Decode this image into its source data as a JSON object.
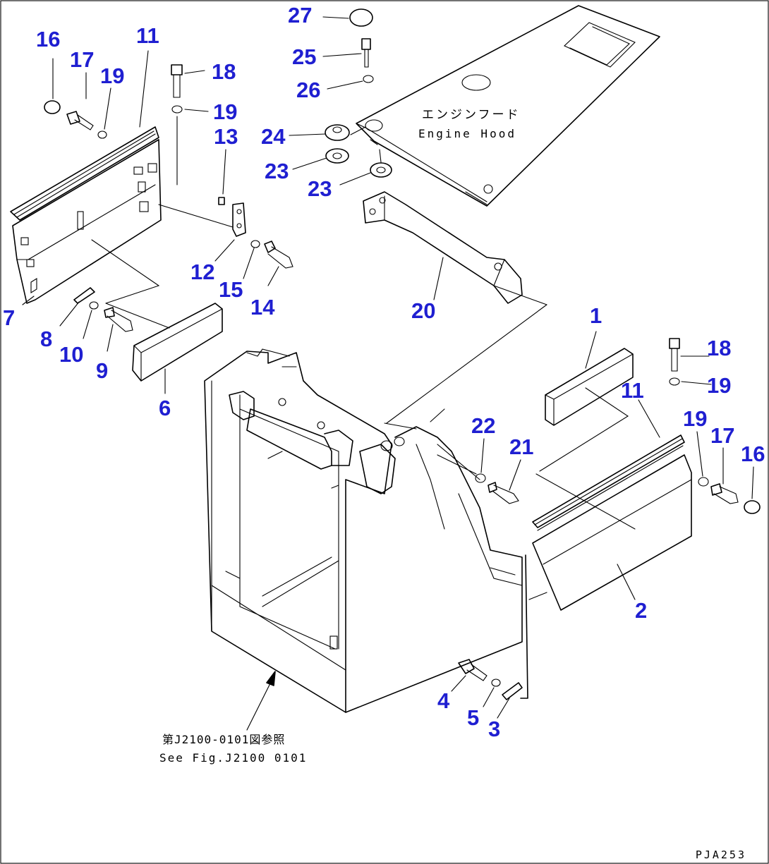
{
  "callouts": [
    {
      "label": "27"
    },
    {
      "label": "25"
    },
    {
      "label": "26"
    },
    {
      "label": "24"
    },
    {
      "label": "23"
    },
    {
      "label": "23"
    },
    {
      "label": "20"
    },
    {
      "label": "16"
    },
    {
      "label": "17"
    },
    {
      "label": "19"
    },
    {
      "label": "11"
    },
    {
      "label": "18"
    },
    {
      "label": "19"
    },
    {
      "label": "13"
    },
    {
      "label": "12"
    },
    {
      "label": "15"
    },
    {
      "label": "14"
    },
    {
      "label": "7"
    },
    {
      "label": "8"
    },
    {
      "label": "10"
    },
    {
      "label": "9"
    },
    {
      "label": "6"
    },
    {
      "label": "1"
    },
    {
      "label": "18"
    },
    {
      "label": "19"
    },
    {
      "label": "11"
    },
    {
      "label": "22"
    },
    {
      "label": "21"
    },
    {
      "label": "19"
    },
    {
      "label": "17"
    },
    {
      "label": "16"
    },
    {
      "label": "2"
    },
    {
      "label": "4"
    },
    {
      "label": "5"
    },
    {
      "label": "3"
    }
  ],
  "notes": {
    "hood_jp": "エンジンフード",
    "hood_en": "Engine Hood",
    "ref_jp": "第J2100-0101図参照",
    "ref_en": "See Fig.J2100 0101"
  },
  "drawing_id": "PJA253",
  "colors": {
    "callout": "#1f1fd1",
    "line": "#000000"
  }
}
